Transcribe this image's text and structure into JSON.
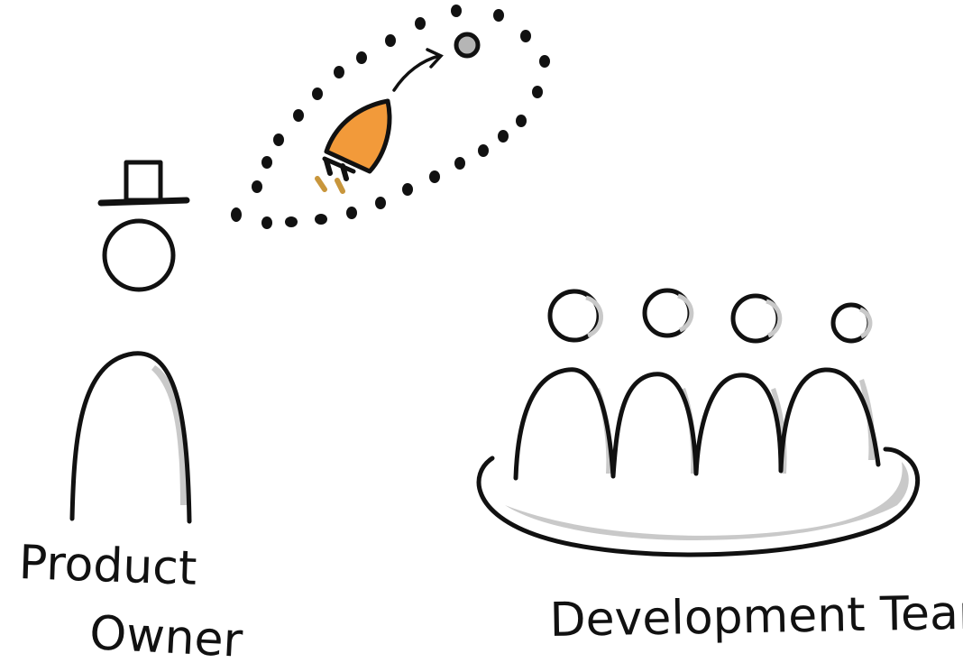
{
  "labels": {
    "product_owner_line1": "Product",
    "product_owner_line2": "Owner",
    "development_team": "Development Team"
  },
  "colors": {
    "ink": "#111111",
    "shadow": "#c9c9c9",
    "rocket_fill": "#f29a3a",
    "rocket_exhaust": "#c8963c",
    "goal_fill": "#b5b5b5"
  },
  "icons": {
    "product_owner": "person-with-top-hat-icon",
    "rocket": "rocket-icon",
    "goal": "target-dot-icon",
    "development_team": "team-group-icon"
  }
}
